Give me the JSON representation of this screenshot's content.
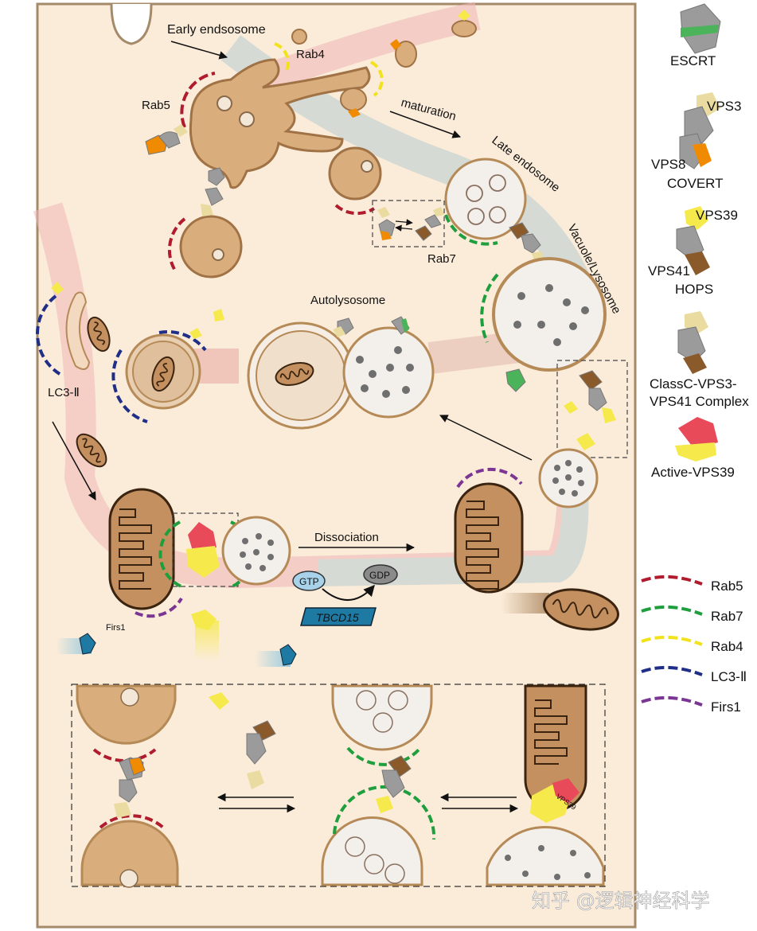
{
  "diagram": {
    "labels": {
      "early_endosome": "Early  endsosome",
      "rab4": "Rab4",
      "rab5": "Rab5",
      "maturation": "maturation",
      "late_endosome": "Late endosome",
      "rab7": "Rab7",
      "vacuole_lysosome": "Vacuole/Lysosome",
      "autolysosome": "Autolysosome",
      "lc3": "LC3-Ⅱ",
      "dissociation": "Dissociation",
      "gtp": "GTP",
      "gdp": "GDP",
      "tbcd15": "TBCD15",
      "firs1": "Firs1",
      "vps39_small": "VPS39"
    }
  },
  "legend": {
    "escrt": "ESCRT",
    "vps3": "VPS3",
    "vps8": "VPS8",
    "covert": "COVERT",
    "vps39": "VPS39",
    "vps41": "VPS41",
    "hops": "HOPS",
    "classc_line1": "ClassC-VPS3-",
    "classc_line2": "VPS41 Complex",
    "active_vps39": "Active-VPS39",
    "lines": [
      {
        "label": "Rab5",
        "color": "#b01c2e"
      },
      {
        "label": "Rab7",
        "color": "#1e9e3c"
      },
      {
        "label": "Rab4",
        "color": "#f2e21c"
      },
      {
        "label": "LC3-Ⅱ",
        "color": "#1f2e86"
      },
      {
        "label": "Firs1",
        "color": "#7b3694"
      }
    ]
  },
  "colors": {
    "cell_bg": "#fbecd9",
    "endosome": "#d9ae7c",
    "membrane": "#b58a57",
    "lysosome_fill": "#f3efeb",
    "mito": "#c49060",
    "grey_protein": "#9b9b9b",
    "orange": "#f08a00",
    "yellow": "#f5e94b",
    "pale_yellow": "#eadca0",
    "brown": "#8a5a2b",
    "green": "#4bb35a",
    "red": "#e84a5a"
  },
  "watermark": "知乎 @逻辑神经科学"
}
